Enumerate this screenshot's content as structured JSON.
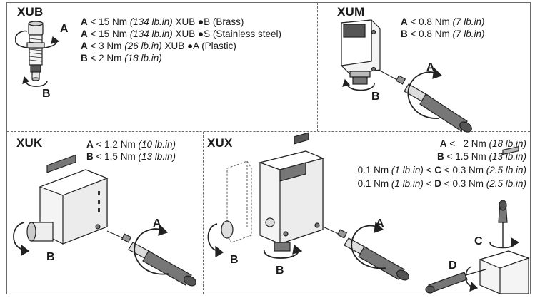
{
  "panels": {
    "xub": {
      "title": "XUB",
      "specs": [
        {
          "label": "A",
          "op": "<",
          "value": "15 Nm",
          "imperial": "(134 lb.in)",
          "note": "XUB ●B (Brass)"
        },
        {
          "label": "A",
          "op": "<",
          "value": "15 Nm",
          "imperial": "(134 lb.in)",
          "note": "XUB ●S (Stainless steel)"
        },
        {
          "label": "A",
          "op": "<",
          "value": "3 Nm",
          "imperial": "(26 lb.in)",
          "note": "XUB ●A (Plastic)"
        },
        {
          "label": "B",
          "op": "<",
          "value": "2 Nm",
          "imperial": "(18 lb.in)",
          "note": ""
        }
      ],
      "callouts": {
        "a": "A",
        "b": "B"
      }
    },
    "xum": {
      "title": "XUM",
      "specs": [
        {
          "label": "A",
          "op": "<",
          "value": "0.8 Nm",
          "imperial": "(7 lb.in)"
        },
        {
          "label": "B",
          "op": "<",
          "value": "0.8 Nm",
          "imperial": "(7 lb.in)"
        }
      ],
      "callouts": {
        "a": "A",
        "b": "B"
      }
    },
    "xuk": {
      "title": "XUK",
      "specs": [
        {
          "label": "A",
          "op": "<",
          "value": "1,2 Nm",
          "imperial": "(10 lb.in)"
        },
        {
          "label": "B",
          "op": "<",
          "value": "1,5 Nm",
          "imperial": "(13 lb.in)"
        }
      ],
      "callouts": {
        "a": "A",
        "b": "B"
      }
    },
    "xux": {
      "title": "XUX",
      "specs": [
        {
          "prefix": "",
          "label": "A",
          "op": "<",
          "value": "2 Nm",
          "imperial": "(18 lb.in)"
        },
        {
          "prefix": "",
          "label": "B",
          "op": "<",
          "value": "1.5 Nm",
          "imperial": "(13 lb.in)"
        },
        {
          "prefix": "0.1 Nm",
          "prefix_imperial": "(1 lb.in)",
          "label": "C",
          "op": "<",
          "value": "0.3 Nm",
          "imperial": "(2.5 lb.in)"
        },
        {
          "prefix": "0.1 Nm",
          "prefix_imperial": "(1 lb.in)",
          "label": "D",
          "op": "<",
          "value": "0.3 Nm",
          "imperial": "(2.5 lb.in)"
        }
      ],
      "callouts": {
        "a": "A",
        "b1": "B",
        "b2": "B",
        "c": "C",
        "d": "D"
      }
    }
  },
  "colors": {
    "line": "#222222",
    "border": "#6a6a6a",
    "fill_light": "#f2f2f2",
    "fill_mid": "#bdbdbd",
    "fill_dark": "#555555"
  }
}
